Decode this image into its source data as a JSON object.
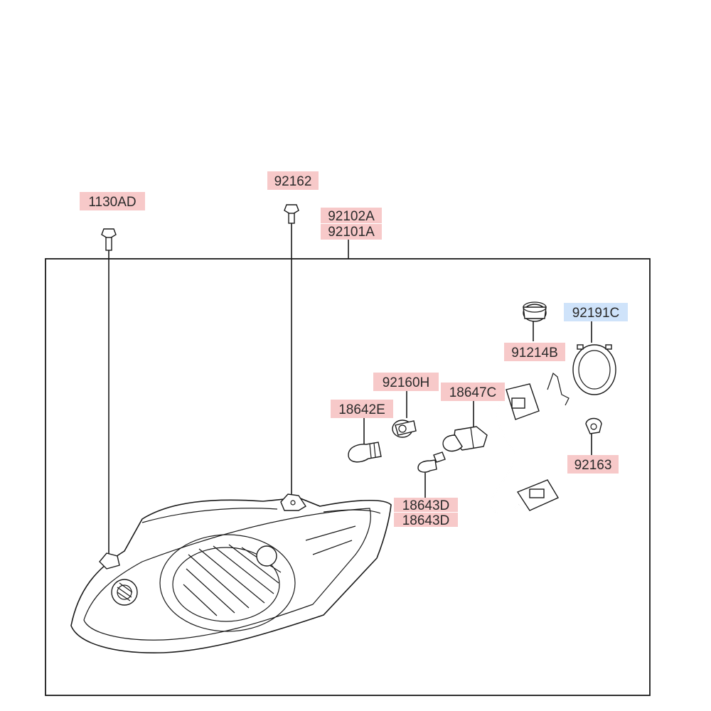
{
  "colors": {
    "label_bg": "#f7c9c9",
    "label_bg_highlight": "#cfe3fa",
    "line": "#1a1a1a"
  },
  "labels": {
    "p_1130AD": "1130AD",
    "p_92162": "92162",
    "p_92102A": "92102A",
    "p_92101A": "92101A",
    "p_92191C": "92191C",
    "p_91214B": "91214B",
    "p_92160H": "92160H",
    "p_18647C": "18647C",
    "p_18642E": "18642E",
    "p_92163": "92163",
    "p_18643D_1": "18643D",
    "p_18643D_2": "18643D"
  }
}
